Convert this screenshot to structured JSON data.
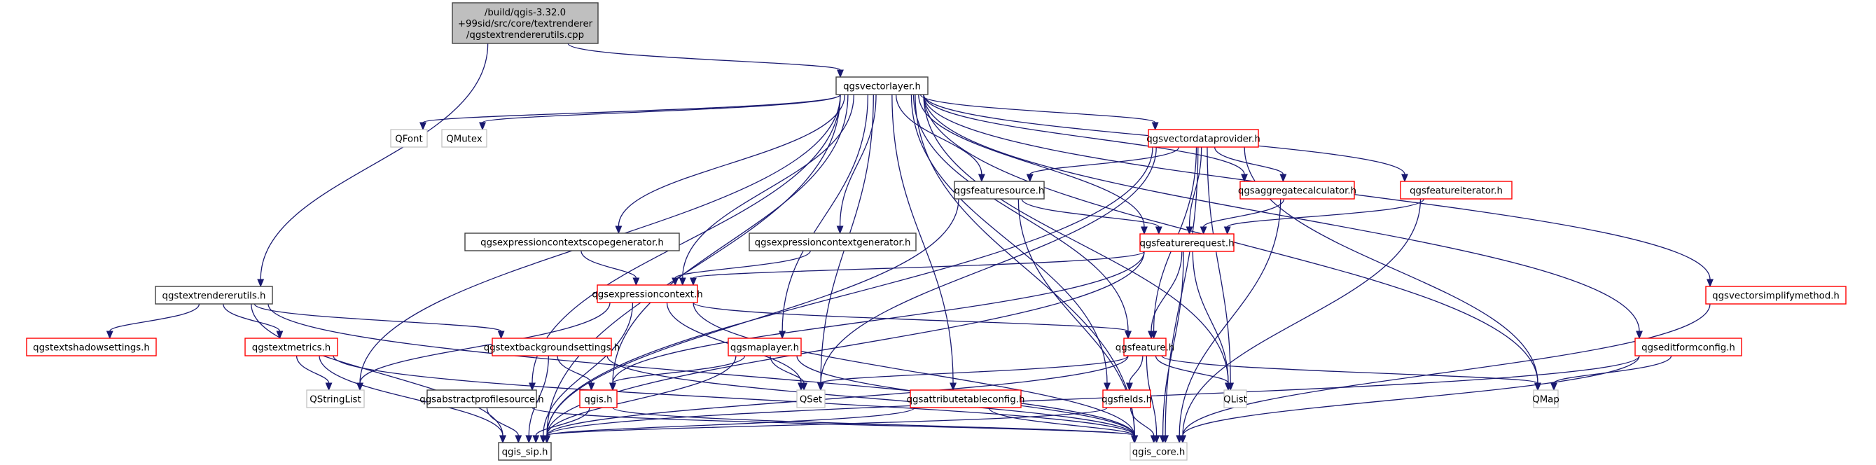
{
  "diagram": {
    "type": "include-dependency-graph",
    "colors": {
      "edge": "#191970",
      "root_fill": "#bfbfbf",
      "root_border": "#404040",
      "documented_border": "#404040",
      "truncated_border": "#ff0000",
      "external_border": "#bfbfbf",
      "background": "#ffffff"
    },
    "legend_note": "Red border = node has more (hidden) includes; grey border = external/system header; black border = fully shown",
    "nodes": [
      {
        "id": "root",
        "lines": [
          "/build/qgis-3.32.0",
          "+99sid/src/core/textrenderer",
          "/qgstextrendererutils.cpp"
        ],
        "kind": "root"
      },
      {
        "id": "qgsvectorlayer",
        "lines": [
          "qgsvectorlayer.h"
        ],
        "kind": "normal"
      },
      {
        "id": "qgstextrendererutils",
        "lines": [
          "qgstextrendererutils.h"
        ],
        "kind": "normal"
      },
      {
        "id": "QFont",
        "lines": [
          "QFont"
        ],
        "kind": "external"
      },
      {
        "id": "QMutex",
        "lines": [
          "QMutex"
        ],
        "kind": "external"
      },
      {
        "id": "qgsvectordataprovider",
        "lines": [
          "qgsvectordataprovider.h"
        ],
        "kind": "truncated"
      },
      {
        "id": "qgsfeaturesource",
        "lines": [
          "qgsfeaturesource.h"
        ],
        "kind": "normal"
      },
      {
        "id": "qgsaggregatecalculator",
        "lines": [
          "qgsaggregatecalculator.h"
        ],
        "kind": "truncated"
      },
      {
        "id": "qgsfeatureiterator",
        "lines": [
          "qgsfeatureiterator.h"
        ],
        "kind": "truncated"
      },
      {
        "id": "qgsexpressioncontextscopegenerator",
        "lines": [
          "qgsexpressioncontextscopegenerator.h"
        ],
        "kind": "normal"
      },
      {
        "id": "qgsexpressioncontextgenerator",
        "lines": [
          "qgsexpressioncontextgenerator.h"
        ],
        "kind": "normal"
      },
      {
        "id": "qgsfeaturerequest",
        "lines": [
          "qgsfeaturerequest.h"
        ],
        "kind": "truncated"
      },
      {
        "id": "qgsexpressioncontext",
        "lines": [
          "qgsexpressioncontext.h"
        ],
        "kind": "truncated"
      },
      {
        "id": "qgsvectorsimplifymethod",
        "lines": [
          "qgsvectorsimplifymethod.h"
        ],
        "kind": "truncated"
      },
      {
        "id": "qgstextshadowsettings",
        "lines": [
          "qgstextshadowsettings.h"
        ],
        "kind": "truncated"
      },
      {
        "id": "qgstextmetrics",
        "lines": [
          "qgstextmetrics.h"
        ],
        "kind": "truncated"
      },
      {
        "id": "qgstextbackgroundsettings",
        "lines": [
          "qgstextbackgroundsettings.h"
        ],
        "kind": "truncated"
      },
      {
        "id": "qgsmaplayer",
        "lines": [
          "qgsmaplayer.h"
        ],
        "kind": "truncated"
      },
      {
        "id": "qgsfeature",
        "lines": [
          "qgsfeature.h"
        ],
        "kind": "truncated"
      },
      {
        "id": "qgseditformconfig",
        "lines": [
          "qgseditformconfig.h"
        ],
        "kind": "truncated"
      },
      {
        "id": "QStringList",
        "lines": [
          "QStringList"
        ],
        "kind": "external"
      },
      {
        "id": "qgsabstractprofilesource",
        "lines": [
          "qgsabstractprofilesource.h"
        ],
        "kind": "normal"
      },
      {
        "id": "qgis",
        "lines": [
          "qgis.h"
        ],
        "kind": "truncated"
      },
      {
        "id": "QSet",
        "lines": [
          "QSet"
        ],
        "kind": "external"
      },
      {
        "id": "qgsattributetableconfig",
        "lines": [
          "qgsattributetableconfig.h"
        ],
        "kind": "truncated"
      },
      {
        "id": "qgsfields",
        "lines": [
          "qgsfields.h"
        ],
        "kind": "truncated"
      },
      {
        "id": "QList",
        "lines": [
          "QList"
        ],
        "kind": "external"
      },
      {
        "id": "QMap",
        "lines": [
          "QMap"
        ],
        "kind": "external"
      },
      {
        "id": "qgis_sip",
        "lines": [
          "qgis_sip.h"
        ],
        "kind": "normal"
      },
      {
        "id": "qgis_core",
        "lines": [
          "qgis_core.h"
        ],
        "kind": "external"
      }
    ],
    "edges": [
      [
        "root",
        "qgsvectorlayer"
      ],
      [
        "root",
        "qgstextrendererutils"
      ],
      [
        "qgsvectorlayer",
        "QFont"
      ],
      [
        "qgsvectorlayer",
        "QMutex"
      ],
      [
        "qgsvectorlayer",
        "qgsvectordataprovider"
      ],
      [
        "qgsvectorlayer",
        "qgsfeaturesource"
      ],
      [
        "qgsvectorlayer",
        "qgsaggregatecalculator"
      ],
      [
        "qgsvectorlayer",
        "qgsfeatureiterator"
      ],
      [
        "qgsvectorlayer",
        "qgsexpressioncontextscopegenerator"
      ],
      [
        "qgsvectorlayer",
        "qgsexpressioncontextgenerator"
      ],
      [
        "qgsvectorlayer",
        "qgsfeaturerequest"
      ],
      [
        "qgsvectorlayer",
        "qgsexpressioncontext"
      ],
      [
        "qgsvectorlayer",
        "qgsvectorsimplifymethod"
      ],
      [
        "qgsvectorlayer",
        "qgseditformconfig"
      ],
      [
        "qgsvectorlayer",
        "qgsmaplayer"
      ],
      [
        "qgsvectorlayer",
        "qgsfeature"
      ],
      [
        "qgsvectorlayer",
        "QStringList"
      ],
      [
        "qgsvectorlayer",
        "qgsabstractprofilesource"
      ],
      [
        "qgsvectorlayer",
        "qgis"
      ],
      [
        "qgsvectorlayer",
        "QSet"
      ],
      [
        "qgsvectorlayer",
        "qgsattributetableconfig"
      ],
      [
        "qgsvectorlayer",
        "qgsfields"
      ],
      [
        "qgsvectorlayer",
        "QList"
      ],
      [
        "qgsvectorlayer",
        "QMap"
      ],
      [
        "qgsvectorlayer",
        "qgis_sip"
      ],
      [
        "qgsvectorlayer",
        "qgis_core"
      ],
      [
        "qgsvectordataprovider",
        "qgsfeaturesource"
      ],
      [
        "qgsvectordataprovider",
        "qgsaggregatecalculator"
      ],
      [
        "qgsvectordataprovider",
        "qgsfeaturerequest"
      ],
      [
        "qgsvectordataprovider",
        "qgsfeature"
      ],
      [
        "qgsvectordataprovider",
        "QSet"
      ],
      [
        "qgsvectordataprovider",
        "QList"
      ],
      [
        "qgsvectordataprovider",
        "QMap"
      ],
      [
        "qgsvectordataprovider",
        "qgis_sip"
      ],
      [
        "qgsvectordataprovider",
        "qgis_core"
      ],
      [
        "qgsfeaturesource",
        "qgsfeaturerequest"
      ],
      [
        "qgsfeaturesource",
        "qgis_sip"
      ],
      [
        "qgsfeaturesource",
        "qgis_core"
      ],
      [
        "qgsaggregatecalculator",
        "qgsfeaturerequest"
      ],
      [
        "qgsaggregatecalculator",
        "qgis_core"
      ],
      [
        "qgsfeatureiterator",
        "qgsfeaturerequest"
      ],
      [
        "qgsfeatureiterator",
        "qgis_core"
      ],
      [
        "qgsexpressioncontextscopegenerator",
        "qgsexpressioncontext"
      ],
      [
        "qgsexpressioncontextgenerator",
        "qgsexpressioncontext"
      ],
      [
        "qgsfeaturerequest",
        "qgsexpressioncontext"
      ],
      [
        "qgsfeaturerequest",
        "qgsfeature"
      ],
      [
        "qgsfeaturerequest",
        "qgis"
      ],
      [
        "qgsfeaturerequest",
        "QList"
      ],
      [
        "qgsfeaturerequest",
        "qgis_sip"
      ],
      [
        "qgsfeaturerequest",
        "qgis_core"
      ],
      [
        "qgsexpressioncontext",
        "qgsfeature"
      ],
      [
        "qgsexpressioncontext",
        "QStringList"
      ],
      [
        "qgsexpressioncontext",
        "QSet"
      ],
      [
        "qgsexpressioncontext",
        "qgis_sip"
      ],
      [
        "qgsexpressioncontext",
        "qgis_core"
      ],
      [
        "qgstextrendererutils",
        "qgstextshadowsettings"
      ],
      [
        "qgstextrendererutils",
        "qgstextmetrics"
      ],
      [
        "qgstextrendererutils",
        "qgstextbackgroundsettings"
      ],
      [
        "qgstextrendererutils",
        "qgis_sip"
      ],
      [
        "qgstextrendererutils",
        "qgis_core"
      ],
      [
        "qgstextmetrics",
        "QStringList"
      ],
      [
        "qgstextmetrics",
        "qgis_sip"
      ],
      [
        "qgstextmetrics",
        "qgis_core"
      ],
      [
        "qgstextbackgroundsettings",
        "qgis"
      ],
      [
        "qgstextbackgroundsettings",
        "qgis_sip"
      ],
      [
        "qgstextbackgroundsettings",
        "qgis_core"
      ],
      [
        "qgsmaplayer",
        "qgis"
      ],
      [
        "qgsmaplayer",
        "QSet"
      ],
      [
        "qgsmaplayer",
        "qgis_sip"
      ],
      [
        "qgsmaplayer",
        "qgis_core"
      ],
      [
        "qgsfeature",
        "qgsfields"
      ],
      [
        "qgsfeature",
        "QSet"
      ],
      [
        "qgsfeature",
        "QList"
      ],
      [
        "qgsfeature",
        "QMap"
      ],
      [
        "qgsfeature",
        "qgis_sip"
      ],
      [
        "qgsfeature",
        "qgis_core"
      ],
      [
        "qgseditformconfig",
        "QMap"
      ],
      [
        "qgseditformconfig",
        "qgis_sip"
      ],
      [
        "qgseditformconfig",
        "qgis_core"
      ],
      [
        "qgsvectorsimplifymethod",
        "qgis_core"
      ],
      [
        "qgsabstractprofilesource",
        "qgis_sip"
      ],
      [
        "qgsabstractprofilesource",
        "qgis_core"
      ],
      [
        "qgis",
        "qgis_sip"
      ],
      [
        "qgis",
        "qgis_core"
      ],
      [
        "qgsattributetableconfig",
        "qgis_sip"
      ],
      [
        "qgsattributetableconfig",
        "qgis_core"
      ],
      [
        "qgsfields",
        "qgis_sip"
      ],
      [
        "qgsfields",
        "qgis_core"
      ]
    ]
  }
}
